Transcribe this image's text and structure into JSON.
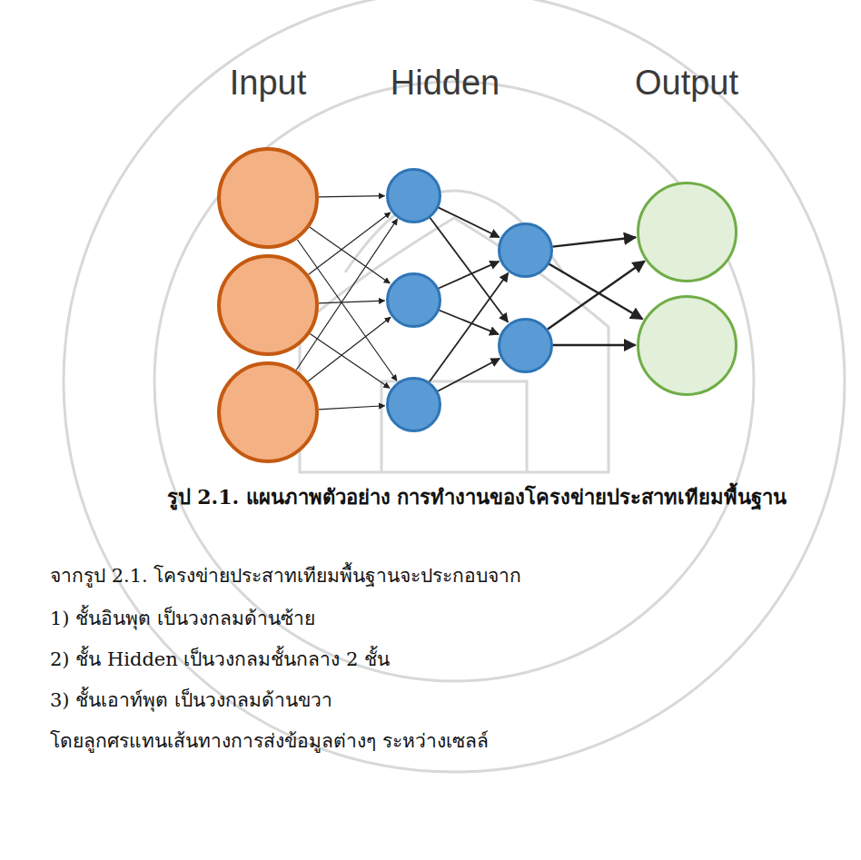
{
  "diagram": {
    "caption": "รูป 2.1. แผนภาพตัวอย่าง การทำงานของโครงข่ายประสาทเทียมพื้นฐาน",
    "nodes": [
      {
        "text": []
      },
      {
        "text": []
      },
      {
        "text": []
      },
      {
        "text": []
      },
      {
        "text": []
      },
      {
        "text": []
      },
      {
        "text": []
      },
      {
        "text": []
      },
      {
        "text": []
      },
      {
        "text": []
      }
    ],
    "edges": [
      {
        "from": 0,
        "to": 3,
        "arrow": "to"
      },
      {
        "from": 0,
        "to": 4,
        "arrow": "to"
      },
      {
        "from": 0,
        "to": 5,
        "arrow": "to"
      },
      {
        "from": 1,
        "to": 3,
        "arrow": "to"
      },
      {
        "from": 1,
        "to": 4,
        "arrow": "to"
      },
      {
        "from": 1,
        "to": 5,
        "arrow": "to"
      },
      {
        "from": 2,
        "to": 3,
        "arrow": "to"
      },
      {
        "from": 2,
        "to": 4,
        "arrow": "to"
      },
      {
        "from": 2,
        "to": 5,
        "arrow": "to"
      },
      {
        "from": 3,
        "to": 6,
        "arrow": "to"
      },
      {
        "from": 3,
        "to": 7,
        "arrow": "to"
      },
      {
        "from": 4,
        "to": 6,
        "arrow": "to"
      },
      {
        "from": 4,
        "to": 7,
        "arrow": "to"
      },
      {
        "from": 5,
        "to": 6,
        "arrow": "to"
      },
      {
        "from": 5,
        "to": 7,
        "arrow": "to"
      },
      {
        "from": 6,
        "to": 8,
        "arrow": "to"
      },
      {
        "from": 6,
        "to": 9,
        "arrow": "to"
      },
      {
        "from": 7,
        "to": 8,
        "arrow": "to"
      },
      {
        "from": 7,
        "to": 9,
        "arrow": "to"
      }
    ],
    "labels": [
      "Input",
      "Hidden",
      "Output",
      "จากรูป 2.1. โครงข่ายประสาทเทียมพื้นฐานจะประกอบจาก",
      "1) ชั้นอินพุต เป็นวงกลมด้านซ้าย",
      "2) ชั้น Hidden เป็นวงกลมชั้นกลาง 2 ชั้น",
      "3) ชั้นเอาท์พุต เป็นวงกลมด้านขวา",
      "โดยลูกศรแทนเส้นทางการส่งข้อมูลต่างๆ ระหว่างเซลล์"
    ]
  }
}
